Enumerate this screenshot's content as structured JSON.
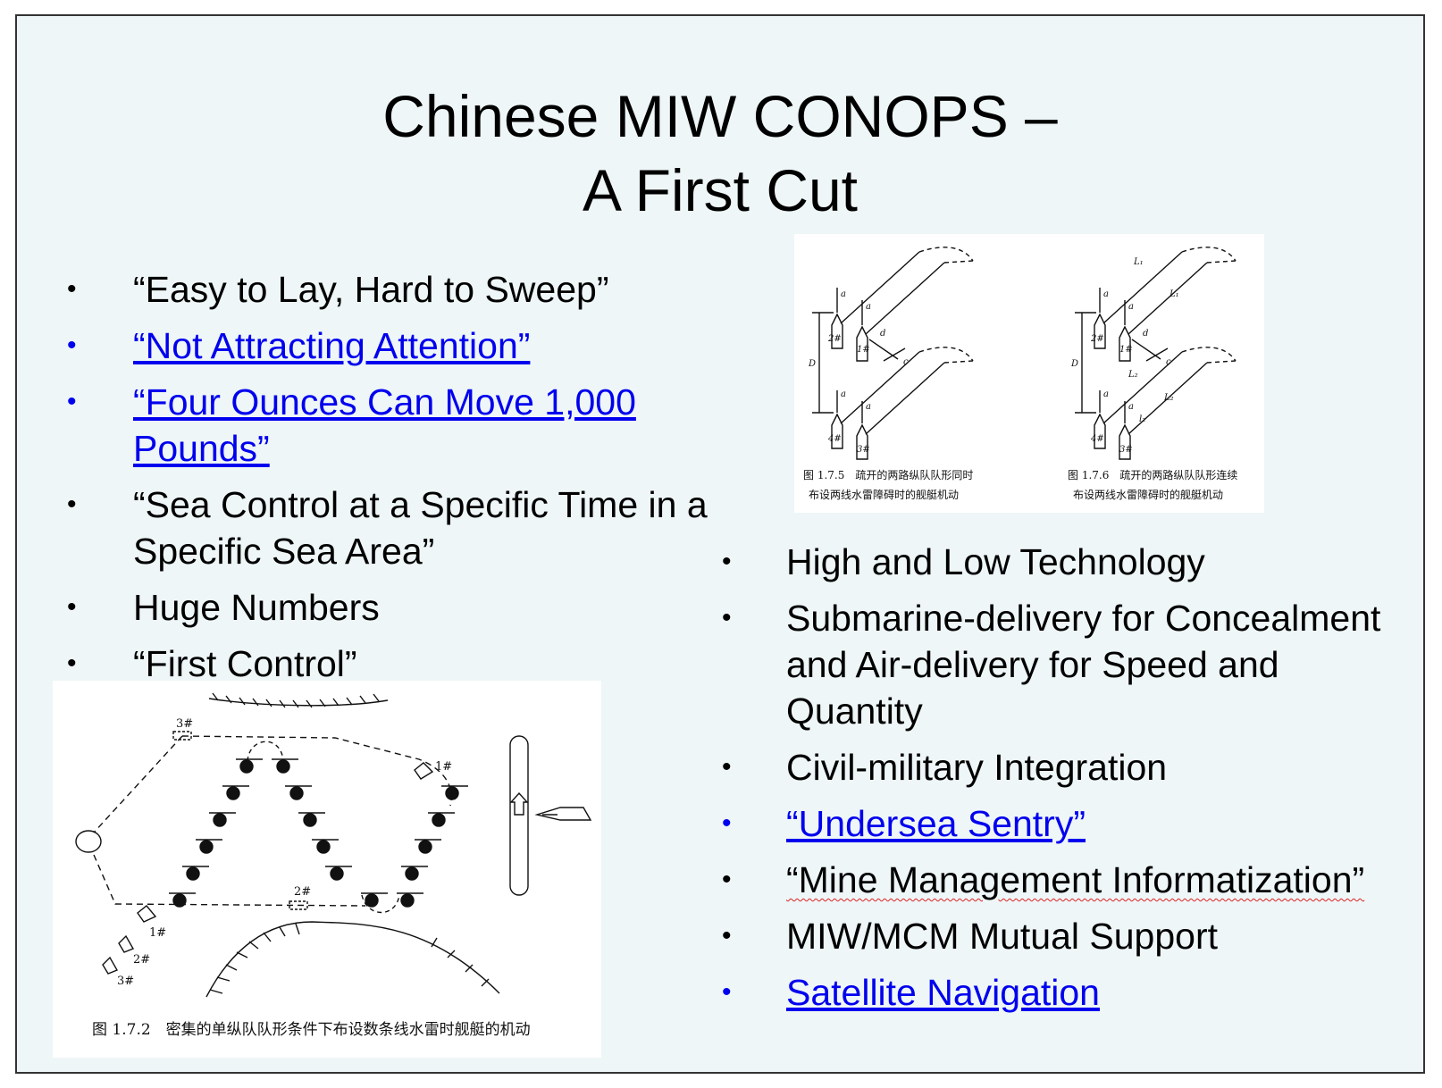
{
  "title": {
    "line1": "Chinese MIW CONOPS –",
    "line2": "A First Cut"
  },
  "left_bullets": [
    {
      "text": "“Easy to Lay, Hard to Sweep”",
      "link": false
    },
    {
      "text": "“Not Attracting Attention”",
      "link": true
    },
    {
      "text": "“Four Ounces Can Move 1,000 Pounds”",
      "link": true
    },
    {
      "text": "“Sea Control at a Specific Time in a Specific Sea Area”",
      "link": false
    },
    {
      "text": "Huge Numbers",
      "link": false
    },
    {
      "text": "“First Control”",
      "link": false
    }
  ],
  "right_bullets": [
    {
      "text": "High and Low Technology",
      "link": false
    },
    {
      "text": "Submarine-delivery for Concealment and Air-delivery for Speed and Quantity",
      "link": false
    },
    {
      "text": "Civil-military Integration",
      "link": false
    },
    {
      "text": "“Undersea Sentry”",
      "link": true
    },
    {
      "text": "“Mine Management Informatization”",
      "link": false
    },
    {
      "text": "MIW/MCM Mutual Support",
      "link": false
    },
    {
      "text": "Satellite Navigation",
      "link": true
    }
  ],
  "bullet_symbol": "•",
  "colors": {
    "link": "#0000ee",
    "slide_bg": "#eef6f7",
    "text": "#000000"
  },
  "figure_top": {
    "caption_a1": "图 1.7.5　疏开的两路纵队队形同时",
    "caption_a2": "布设两线水雷障碍时的舰艇机动",
    "caption_b1": "图 1.7.6　疏开的两路纵队队形连续",
    "caption_b2": "布设两线水雷障碍时的舰艇机动",
    "ship_labels": [
      "2#",
      "1#",
      "4#",
      "3#"
    ],
    "letters": {
      "a": "a",
      "d": "d",
      "c": "c",
      "D": "D",
      "L1": "L₁",
      "L2": "L₂",
      "l2": "l₂"
    }
  },
  "figure_bottom": {
    "caption": "图 1.7.2　密集的单纵队队形条件下布设数条线水雷时舰艇的机动",
    "ship_labels": [
      "3#",
      "1#",
      "2#",
      "1#",
      "2#",
      "3#"
    ]
  }
}
